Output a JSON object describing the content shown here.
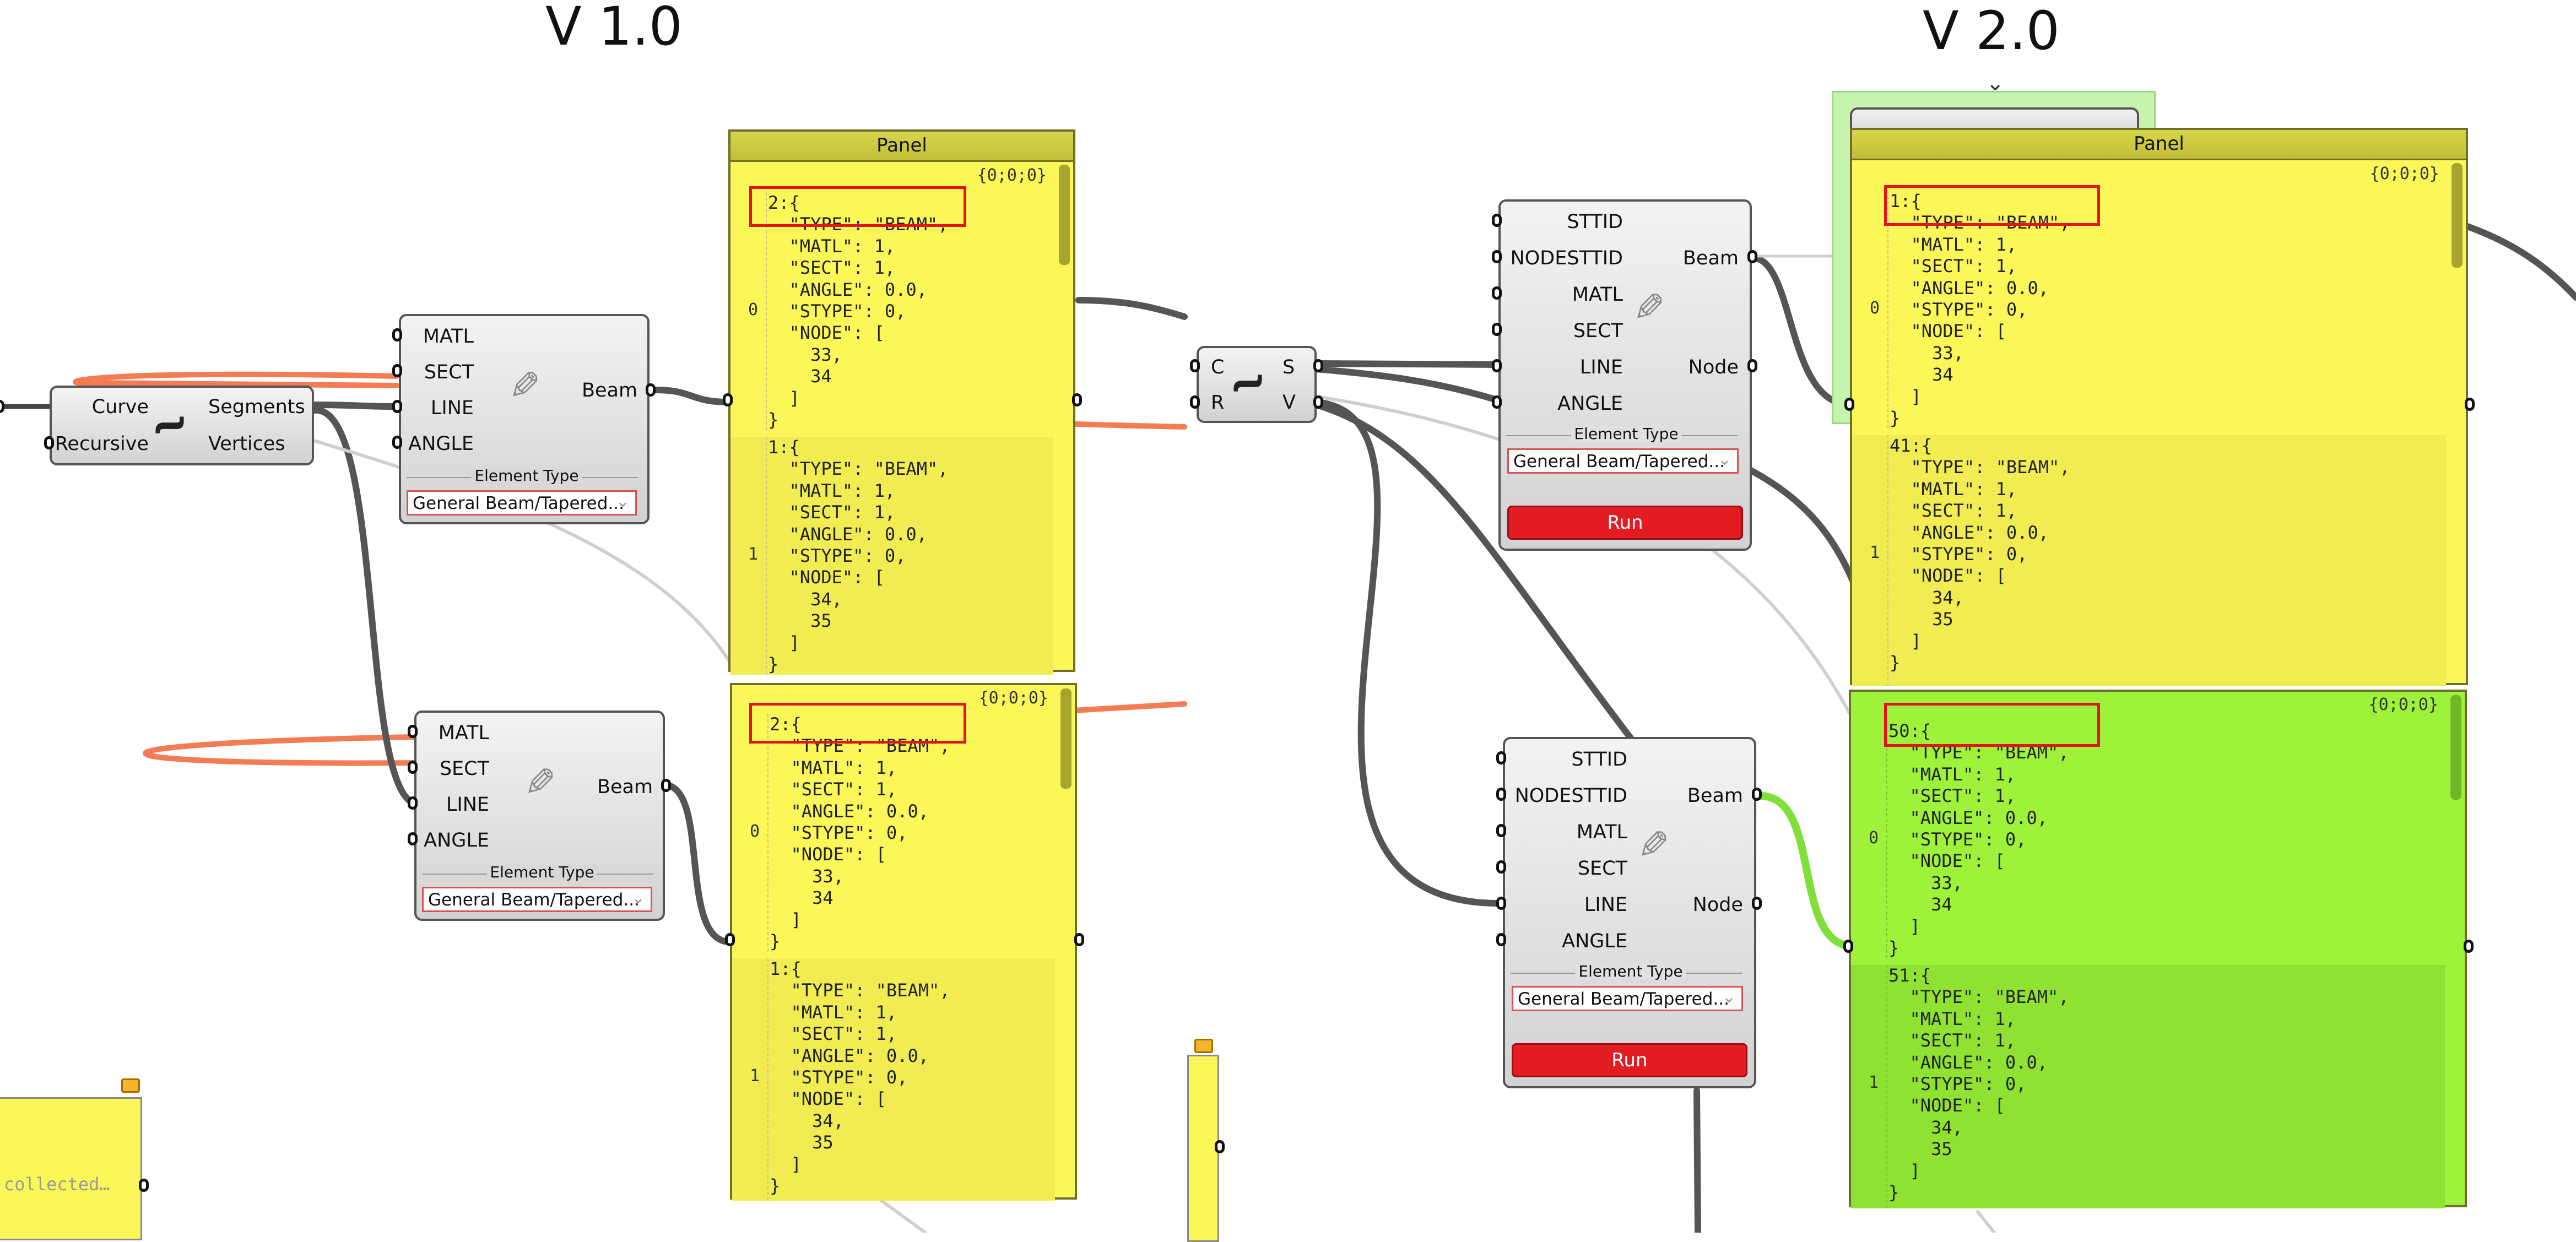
{
  "titles": {
    "v1": "V 1.0",
    "v2": "V 2.0"
  },
  "colors": {
    "panel_yellow": "#fbf759",
    "panel_green": "#9ef23a",
    "run_red": "#e31b23",
    "highlight_box": "#e3141c",
    "wire_red": "#f47c55"
  },
  "curve_component": {
    "in_curve": "Curve",
    "in_recursive": "Recursive",
    "out_segments": "Segments",
    "out_vertices": "Vertices"
  },
  "explode_component": {
    "in_c": "C",
    "in_r": "R",
    "out_s": "S",
    "out_v": "V"
  },
  "beam_v1_top": {
    "inputs": [
      "MATL",
      "SECT",
      "LINE",
      "ANGLE"
    ],
    "output": "Beam",
    "element_type_label": "Element Type",
    "element_type_value": "General Beam/Tapered..."
  },
  "beam_v1_bottom": {
    "inputs": [
      "MATL",
      "SECT",
      "LINE",
      "ANGLE"
    ],
    "output": "Beam",
    "element_type_label": "Element Type",
    "element_type_value": "General Beam/Tapered..."
  },
  "beam_v2_top": {
    "inputs": [
      "STTID",
      "NODESTTID",
      "MATL",
      "SECT",
      "LINE",
      "ANGLE"
    ],
    "out_beam": "Beam",
    "out_node": "Node",
    "element_type_label": "Element Type",
    "element_type_value": "General Beam/Tapered...",
    "run_label": "Run"
  },
  "beam_v2_bottom": {
    "inputs": [
      "STTID",
      "NODESTTID",
      "MATL",
      "SECT",
      "LINE",
      "ANGLE"
    ],
    "out_beam": "Beam",
    "out_node": "Node",
    "element_type_label": "Element Type",
    "element_type_value": "General Beam/Tapered...",
    "run_label": "Run"
  },
  "panel_v1_top": {
    "title": "Panel",
    "path": "{0;0;0}",
    "rows": [
      {
        "index": "0",
        "text": "2:{\n  \"TYPE\": \"BEAM\",\n  \"MATL\": 1,\n  \"SECT\": 1,\n  \"ANGLE\": 0.0,\n  \"STYPE\": 0,\n  \"NODE\": [\n    33,\n    34\n  ]\n}"
      },
      {
        "index": "1",
        "text": "1:{\n  \"TYPE\": \"BEAM\",\n  \"MATL\": 1,\n  \"SECT\": 1,\n  \"ANGLE\": 0.0,\n  \"STYPE\": 0,\n  \"NODE\": [\n    34,\n    35\n  ]\n}"
      }
    ]
  },
  "panel_v1_bottom": {
    "path": "{0;0;0}",
    "rows": [
      {
        "index": "0",
        "text": "2:{\n  \"TYPE\": \"BEAM\",\n  \"MATL\": 1,\n  \"SECT\": 1,\n  \"ANGLE\": 0.0,\n  \"STYPE\": 0,\n  \"NODE\": [\n    33,\n    34\n  ]\n}"
      },
      {
        "index": "1",
        "text": "1:{\n  \"TYPE\": \"BEAM\",\n  \"MATL\": 1,\n  \"SECT\": 1,\n  \"ANGLE\": 0.0,\n  \"STYPE\": 0,\n  \"NODE\": [\n    34,\n    35\n  ]\n}"
      }
    ]
  },
  "panel_v2_top": {
    "title": "Panel",
    "path": "{0;0;0}",
    "rows": [
      {
        "index": "0",
        "text": "1:{\n  \"TYPE\": \"BEAM\",\n  \"MATL\": 1,\n  \"SECT\": 1,\n  \"ANGLE\": 0.0,\n  \"STYPE\": 0,\n  \"NODE\": [\n    33,\n    34\n  ]\n}"
      },
      {
        "index": "1",
        "text": "41:{\n  \"TYPE\": \"BEAM\",\n  \"MATL\": 1,\n  \"SECT\": 1,\n  \"ANGLE\": 0.0,\n  \"STYPE\": 0,\n  \"NODE\": [\n    34,\n    35\n  ]\n}"
      }
    ]
  },
  "panel_v2_bottom": {
    "path": "{0;0;0}",
    "rows": [
      {
        "index": "0",
        "text": "50:{\n  \"TYPE\": \"BEAM\",\n  \"MATL\": 1,\n  \"SECT\": 1,\n  \"ANGLE\": 0.0,\n  \"STYPE\": 0,\n  \"NODE\": [\n    33,\n    34\n  ]\n}"
      },
      {
        "index": "1",
        "text": "51:{\n  \"TYPE\": \"BEAM\",\n  \"MATL\": 1,\n  \"SECT\": 1,\n  \"ANGLE\": 0.0,\n  \"STYPE\": 0,\n  \"NODE\": [\n    34,\n    35\n  ]\n}"
      }
    ]
  },
  "scribble_left": {
    "text": "collected…"
  }
}
